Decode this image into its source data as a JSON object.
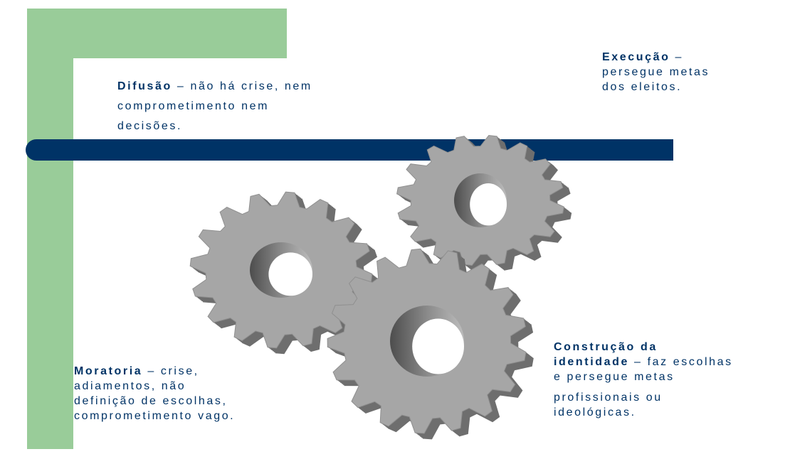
{
  "slide": {
    "difusao": {
      "term": "Difusão",
      "dash": " – ",
      "lines": [
        "não há crise, nem",
        "comprometimento nem",
        "decisões."
      ]
    },
    "execucao": {
      "term": "Execução",
      "dash": " –",
      "lines": [
        "persegue metas",
        "dos eleitos."
      ]
    },
    "moratoria": {
      "term": "Moratoria",
      "dash": " – ",
      "lines": [
        "crise,",
        "adiamentos, não",
        "definição de escolhas,",
        "comprometimento vago."
      ]
    },
    "construcao": {
      "term_line1": "Construção da",
      "term_line2": "identidade",
      "dash": " – ",
      "lines": [
        "faz escolhas",
        "e persegue metas",
        "profissionais ou",
        "ideológicas."
      ]
    }
  },
  "colors": {
    "accent_green": "#99cc99",
    "bar_navy": "#003366",
    "text_navy": "#003366",
    "gear_face": "#a6a6a6",
    "gear_side": "#6e6e6e"
  },
  "icons": [
    "gear-icon",
    "gear-icon",
    "gear-icon"
  ]
}
